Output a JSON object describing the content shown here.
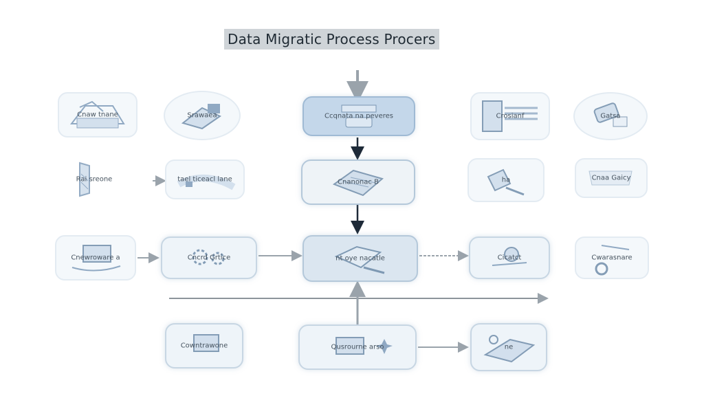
{
  "diagram": {
    "title": "Data Migratic Process Procers",
    "nodes": [
      {
        "id": "n1",
        "label": "Cnaw tnane"
      },
      {
        "id": "n2",
        "label": "Srawaea"
      },
      {
        "id": "n3",
        "label": "Ccqnata na peveres"
      },
      {
        "id": "n4",
        "label": "Crosianf"
      },
      {
        "id": "n5",
        "label": "Gatsa"
      },
      {
        "id": "n6",
        "label": "Rai sreone"
      },
      {
        "id": "n7",
        "label": "tael ticeacl lane"
      },
      {
        "id": "n8",
        "label": "Cnanonac B"
      },
      {
        "id": "n9",
        "label": "ha"
      },
      {
        "id": "n10",
        "label": "Cnaa Gaicy"
      },
      {
        "id": "n11",
        "label": "Cnewroware a"
      },
      {
        "id": "n12",
        "label": "Cncrd Grtice"
      },
      {
        "id": "n13",
        "label": "nt oye nacatle"
      },
      {
        "id": "n14",
        "label": "Cicatct"
      },
      {
        "id": "n15",
        "label": "Cwarasnare"
      },
      {
        "id": "n16",
        "label": "Cowntrawone"
      },
      {
        "id": "n17",
        "label": "Qusrourne arso"
      },
      {
        "id": "n18",
        "label": "ne"
      }
    ]
  }
}
